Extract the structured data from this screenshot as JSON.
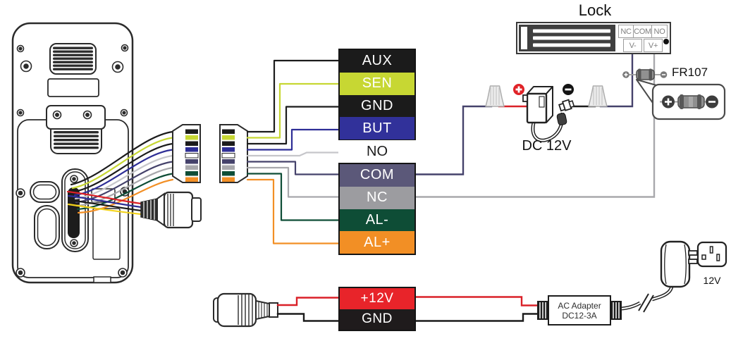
{
  "device_harness": {
    "terminals": [
      {
        "label": "AUX",
        "bg": "#1b1b1b",
        "fg": "#ffffff",
        "wire": "#1b1b1b"
      },
      {
        "label": "SEN",
        "bg": "#c7d733",
        "fg": "#ffffff",
        "wire": "#c7d733"
      },
      {
        "label": "GND",
        "bg": "#1b1b1b",
        "fg": "#ffffff",
        "wire": "#1b1b1b"
      },
      {
        "label": "BUT",
        "bg": "#31319a",
        "fg": "#ffffff",
        "wire": "#2e2e96"
      },
      {
        "label": "NO",
        "bg": "#ffffff",
        "fg": "#1b1b1b",
        "wire": "#c6c6ca"
      },
      {
        "label": "COM",
        "bg": "#5b5879",
        "fg": "#ffffff",
        "wire": "#45426b"
      },
      {
        "label": "NC",
        "bg": "#9c9ca0",
        "fg": "#ffffff",
        "wire": "#a8a8ac"
      },
      {
        "label": "AL-",
        "bg": "#0e4d36",
        "fg": "#ffffff",
        "wire": "#0e4d36"
      },
      {
        "label": "AL+",
        "bg": "#f28f25",
        "fg": "#ffffff",
        "wire": "#f28f25"
      }
    ]
  },
  "power_input": {
    "terminals": [
      {
        "label": "+12V",
        "bg": "#e8242a",
        "fg": "#ffffff"
      },
      {
        "label": "GND",
        "bg": "#1f1b1c",
        "fg": "#ffffff"
      }
    ]
  },
  "lock": {
    "title": "Lock",
    "relay_terminals": [
      {
        "label": "NC"
      },
      {
        "label": "COM"
      },
      {
        "label": "NO"
      }
    ],
    "power_terminals": [
      {
        "label": "V-"
      },
      {
        "label": "V+"
      }
    ]
  },
  "dc_power_supply": {
    "label": "DC 12V"
  },
  "diode": {
    "label": "FR107"
  },
  "ac_adapter": {
    "name": "AC Adapter",
    "model": "DC12-3A"
  },
  "wall_outlet": {
    "label": "12V"
  },
  "colors": {
    "red": "#da2128",
    "black_wire": "#1b1b1b",
    "navy": "#45426b",
    "gray_wire": "#a8a8ac",
    "yellow": "#f2d21a",
    "blue": "#2e2e96",
    "diode_line": "#9a9a9a"
  }
}
